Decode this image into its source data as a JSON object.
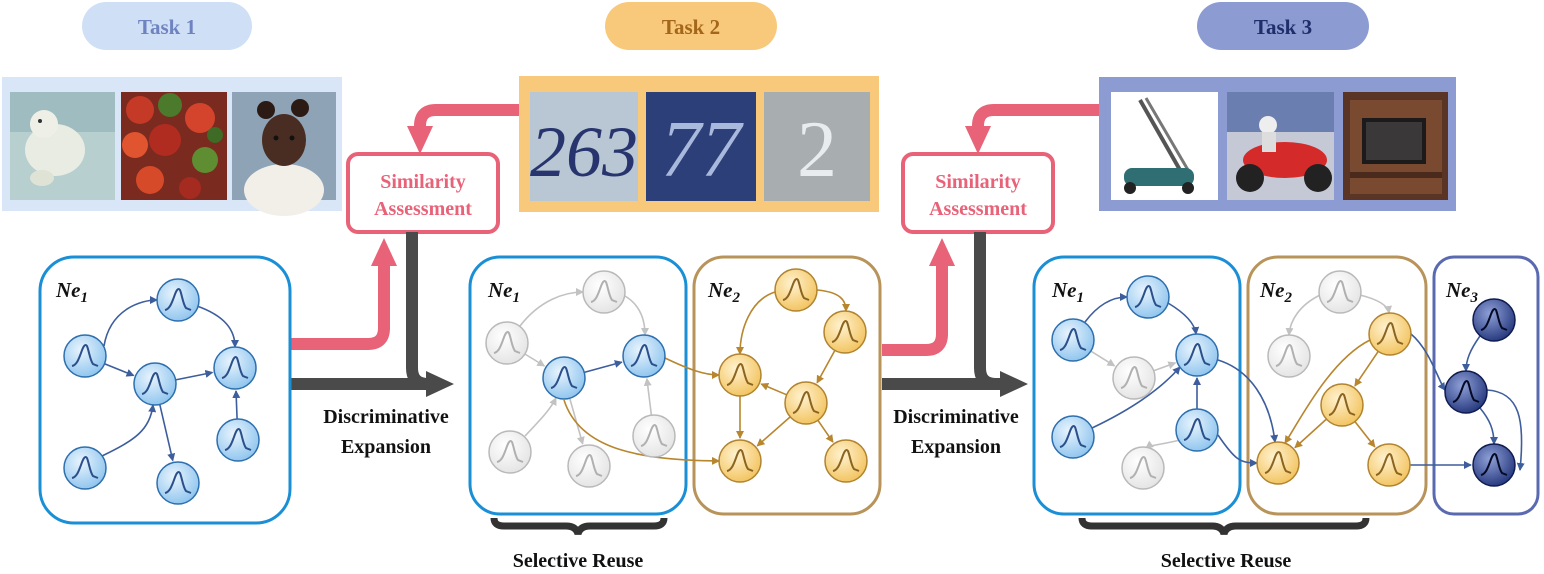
{
  "tasks": [
    {
      "label": "Task 1",
      "pill": "#cfe0f6",
      "text": "#6f83c1",
      "panel": "#d8e6f7"
    },
    {
      "label": "Task 2",
      "pill": "#f8c97a",
      "text": "#a3661b",
      "panel": "#f8c97a"
    },
    {
      "label": "Task 3",
      "pill": "#8c9bd1",
      "text": "#1f2e6b",
      "panel": "#8c9bd1"
    }
  ],
  "similarity": {
    "line1": "Similarity",
    "line2": "Assessment",
    "color": "#e86278"
  },
  "expansion": {
    "line1": "Discriminative",
    "line2": "Expansion",
    "color": "#4a4a4a"
  },
  "selective_reuse": "Selective Reuse",
  "networks": {
    "ne1": {
      "base": "Ne",
      "sub": "1",
      "color": "#1a8fd6"
    },
    "ne2": {
      "base": "Ne",
      "sub": "2",
      "color": "#b8935a"
    },
    "ne3": {
      "base": "Ne",
      "sub": "3",
      "color": "#5a6ab0"
    }
  },
  "sample_images": {
    "task1": [
      "polar-bear-photo",
      "red-leaves-photo",
      "child-portrait-photo"
    ],
    "task2": {
      "digits": [
        "263",
        "77",
        "2"
      ]
    },
    "task3": [
      "lawn-mower-photo",
      "motorcycle-photo",
      "tv-cabinet-photo"
    ]
  },
  "node_colors": {
    "blue": "#a9d3f3",
    "blue_stroke": "#2e6fae",
    "grey": "#eeeeee",
    "grey_stroke": "#b9b9b9",
    "yellow": "#f5cd72",
    "yellow_stroke": "#b08430",
    "dark": "#2b3d80",
    "dark_stroke": "#101c50"
  }
}
